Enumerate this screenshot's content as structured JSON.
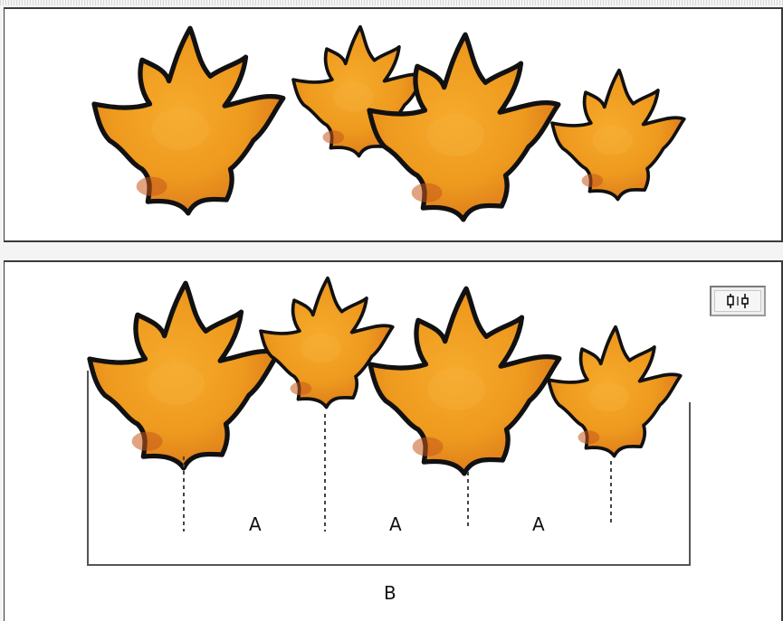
{
  "labels": {
    "gap_a_1": "A",
    "gap_a_2": "A",
    "gap_a_3": "A",
    "span_b": "B"
  },
  "toolbar": {
    "distribute_icon": "distribute-horizontal-centers-icon"
  },
  "colors": {
    "leaf_fill": "#ee9a1e",
    "leaf_shade": "#c8641e",
    "leaf_outline": "#111111",
    "panel_border": "#3a3a3a"
  }
}
